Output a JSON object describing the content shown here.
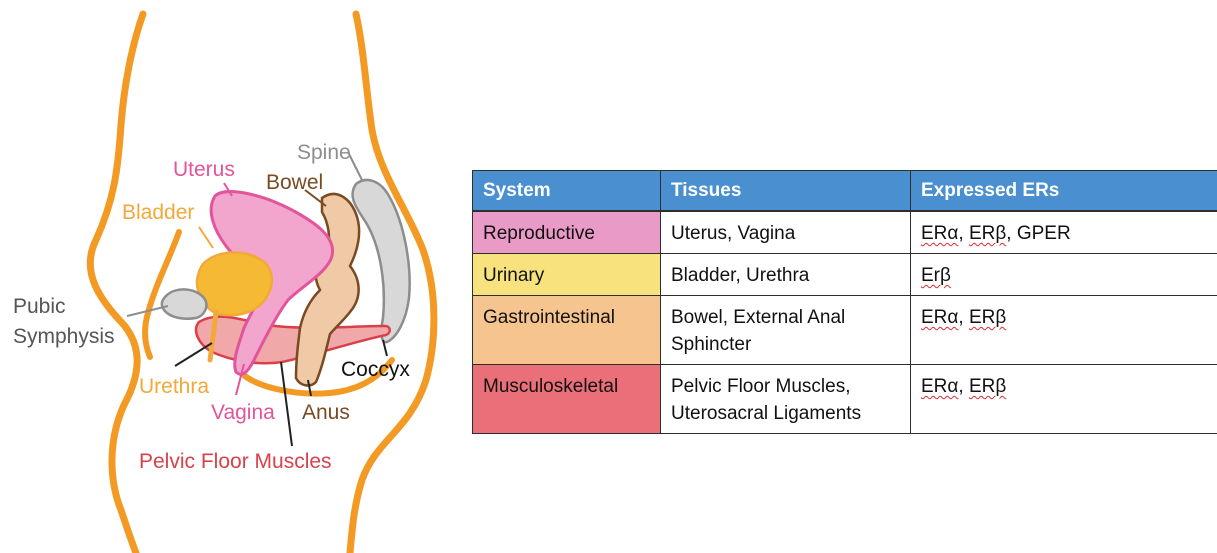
{
  "colors": {
    "outline": "#f39a24",
    "uterus": "#e2559a",
    "uterus_fill": "#f2a6cd",
    "bladder": "#f0a93a",
    "bladder_fill": "#f6b934",
    "bowel": "#7a4a22",
    "bowel_fill": "#f0c9a6",
    "spine": "#8d8d8d",
    "spine_fill": "#d8d8d8",
    "pelvic_floor": "#d9414a",
    "pelvic_floor_fill": "#f1a8a8",
    "table_header": "#4a8fd0"
  },
  "diagram": {
    "labels": {
      "uterus": "Uterus",
      "bladder": "Bladder",
      "spine": "Spine",
      "bowel": "Bowel",
      "pubic_symphysis_line1": "Pubic",
      "pubic_symphysis_line2": "Symphysis",
      "urethra": "Urethra",
      "vagina": "Vagina",
      "anus": "Anus",
      "coccyx": "Coccyx",
      "pelvic_floor_muscles": "Pelvic Floor Muscles"
    }
  },
  "table": {
    "headers": [
      "System",
      "Tissues",
      "Expressed ERs"
    ],
    "rows": [
      {
        "system": "Reproductive",
        "color": "#e99ac6",
        "tissues": [
          "Uterus, Vagina"
        ],
        "ers": [
          {
            "text": "ERα",
            "flag": true
          },
          {
            "text": ", ",
            "flag": false
          },
          {
            "text": "ERβ",
            "flag": true
          },
          {
            "text": ", GPER",
            "flag": false
          }
        ]
      },
      {
        "system": "Urinary",
        "color": "#f8e27e",
        "tissues": [
          "Bladder, Urethra"
        ],
        "ers": [
          {
            "text": "Erβ",
            "flag": true
          }
        ]
      },
      {
        "system": "Gastrointestinal",
        "color": "#f6c48e",
        "tissues": [
          "Bowel, External Anal",
          "Sphincter"
        ],
        "ers": [
          {
            "text": "ERα",
            "flag": true
          },
          {
            "text": ", ",
            "flag": false
          },
          {
            "text": "ERβ",
            "flag": true
          }
        ]
      },
      {
        "system": "Musculoskeletal",
        "color": "#ea6f78",
        "tissues": [
          "Pelvic Floor Muscles,",
          "Uterosacral Ligaments"
        ],
        "ers": [
          {
            "text": "ERα",
            "flag": true
          },
          {
            "text": ", ",
            "flag": false
          },
          {
            "text": "ERβ",
            "flag": true
          }
        ]
      }
    ]
  }
}
